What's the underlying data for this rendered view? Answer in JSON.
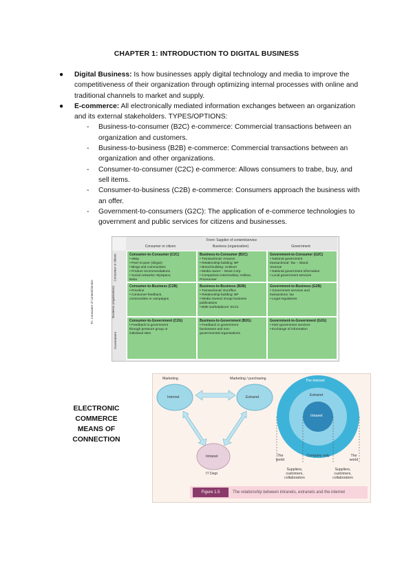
{
  "title": "CHAPTER 1: INTRODUCTION TO DIGITAL BUSINESS",
  "bullets": [
    {
      "term": "Digital Business:",
      "text": " Is how businesses apply digital technology and media to improve the competitiveness of their organization through optimizing internal processes with online and traditional channels to market and supply."
    },
    {
      "term": "E-commerce:",
      "text": " All electronically mediated information exchanges between an organization and its external stakeholders. TYPES/OPTIONS:"
    }
  ],
  "types": [
    "Business-to-consumer (B2C) e-commerce: Commercial transactions between an organization and customers.",
    "Business-to-business (B2B) e-commerce: Commercial transactions between an organization and other organizations.",
    "Consumer-to-consumer (C2C) e-commerce: Allows consumers to trabe, buy, and sell items.",
    "Consumer-to-business (C2B) e-commerce: Consumers approach the business with an offer.",
    "Government-to-consumers (G2C): The application of e-commerce technologies to government and public services for citizens and businesses."
  ],
  "matrix": {
    "header_top": "From: Supplier of content/service",
    "columns": [
      "Consumer or citizen",
      "Business (organization)",
      "Government"
    ],
    "side_label": "To: Consumer of content/service",
    "rows": [
      "Consumer or citizen",
      "Business (organization)",
      "Government"
    ],
    "cells": [
      [
        {
          "head": "Consumer-to-Consumer (C2C)",
          "items": [
            "• eBay",
            "• Peer-to-peer (Skype)",
            "• Blogs and communities",
            "• Product recommendations",
            "• Social networks: MySpace,",
            "  Bebo"
          ]
        },
        {
          "head": "Business-to-Consumer (B2C)",
          "items": [
            "• Transactional: Amazon",
            "• Relationship-building: BP",
            "• Brand-building: Unilever",
            "• Media owner – News Corp",
            "• Comparison intermediary: Kelkoo,",
            "  Pricerunner"
          ]
        },
        {
          "head": "Government-to-Consumer (G2C)",
          "items": [
            "• National government",
            "  transactional: Tax – inland",
            "  revenue",
            "• National government information",
            "• Local government services"
          ]
        }
      ],
      [
        {
          "head": "Consumer-to-Business (C2B)",
          "items": [
            "• Priceline",
            "• Consumer-feedback,",
            "  communities or campaigns"
          ]
        },
        {
          "head": "Business-to-Business (B2B)",
          "items": [
            "• Transactional: Euroffice",
            "• Relationship-building: BP",
            "• Media Owned: Emap business",
            "  publications",
            "• B2B marketplaces: EC21"
          ]
        },
        {
          "head": "Government-to-Business (G2B)",
          "items": [
            "• Government services and",
            "  transactions: tax",
            "• Legal regulations"
          ]
        }
      ],
      [
        {
          "head": "Consumer-to-Government (C2G)",
          "items": [
            "• Feedback to government",
            "  through pressure group or",
            "  individual sites"
          ]
        },
        {
          "head": "Business-to-Government (B2G)",
          "items": [
            "• Feedback to government",
            "  businesses and non-",
            "  governmental organisations"
          ]
        },
        {
          "head": "Government-to-Government (G2G)",
          "items": [
            "• Inter-government services",
            "• Exchange of information"
          ]
        }
      ]
    ]
  },
  "caption": [
    "ELECTRONIC",
    "COMMERCE",
    "MEANS OF",
    "CONNECTION"
  ],
  "network": {
    "marketing": "Marketing",
    "marketing_purchasing": "Marketing / purchasing",
    "internet": "Internet",
    "extranet": "Extranet",
    "intranet": "Intranet",
    "it_dept": "IT Dept",
    "ring_internet": "The internet",
    "ring_extranet": "Extranet",
    "ring_intranet": "Intranet",
    "the_world_left": "The world",
    "company_only": "Company only",
    "the_world_right": "The world",
    "suppliers_left": "Suppliers, customers, collaborators",
    "suppliers_right": "Suppliers, customers, collaborators",
    "figure_tag": "Figure 1.5",
    "figure_text": "The relationship between intranets, extranets and the internet",
    "colors": {
      "cell": "#8fd08c",
      "node": "#9fd8e8",
      "ring_outer": "#3db3d9",
      "ring_mid": "#8fd3ea",
      "ring_inner": "#2f86b8"
    }
  }
}
